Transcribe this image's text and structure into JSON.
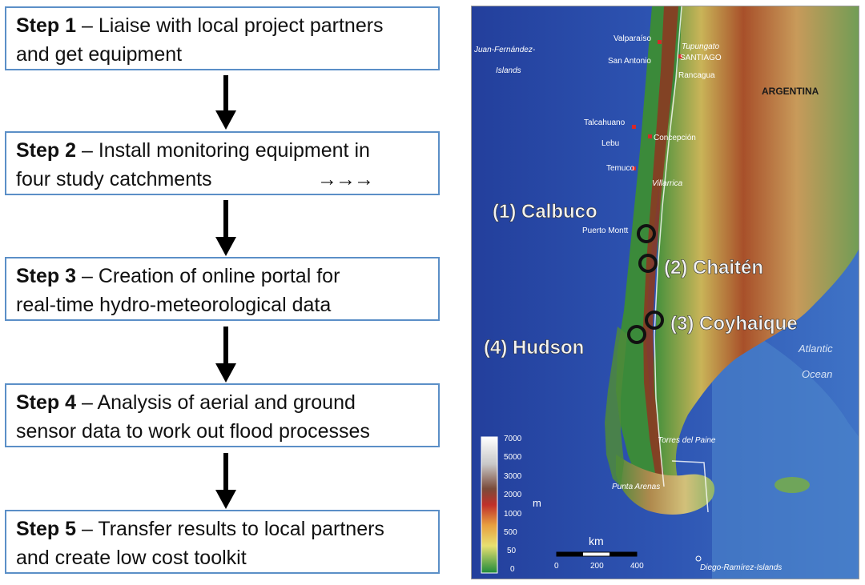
{
  "steps": [
    {
      "label": "Step 1",
      "sep": " – ",
      "line1": "Liaise with local project partners",
      "line2": "and get equipment"
    },
    {
      "label": "Step 2",
      "sep": " – ",
      "line1": "Install monitoring equipment in",
      "line2": "four study catchments",
      "extra": "→→→"
    },
    {
      "label": "Step 3",
      "sep": " – ",
      "line1": "Creation of online portal for",
      "line2": "real-time hydro-meteorological data"
    },
    {
      "label": "Step 4",
      "sep": " – ",
      "line1": "Analysis of aerial and ground",
      "line2": "sensor data to work out flood processes"
    },
    {
      "label": "Step 5",
      "sep": " – ",
      "line1": "Transfer results to local partners",
      "line2": "and create low cost toolkit"
    }
  ],
  "map": {
    "sites": [
      "(1) Calbuco",
      "(2) Chaitén",
      "(3) Coyhaique",
      "(4) Hudson"
    ],
    "places": {
      "juan_fernandez": "Juan-Fernández-",
      "islands": "Islands",
      "valparaiso": "Valparaíso",
      "tupungato": "Tupungato",
      "santiago": "SANTIAGO",
      "san_antonio": "San Antonio",
      "rancagua": "Rancagua",
      "argentina": "ARGENTINA",
      "talcahuano": "Talcahuano",
      "concepcion": "Concepción",
      "lebu": "Lebu",
      "temuco": "Temuco",
      "villarrica": "Villarrica",
      "puerto_montt": "Puerto Montt",
      "atlantic": "Atlantic",
      "ocean": "Ocean",
      "torres": "Torres del Paine",
      "punta_arenas": "Punta Arenas",
      "diego": "Diego-Ramírez-Islands"
    },
    "elevation_legend": {
      "ticks": [
        "7000",
        "5000",
        "3000",
        "2000",
        "1000",
        "500",
        "50",
        "0"
      ],
      "unit": "m"
    },
    "scale": {
      "unit": "km",
      "ticks": [
        "0",
        "200",
        "400"
      ]
    },
    "colors": {
      "ocean": "#2a4fa6",
      "lowland": "#2e8a3a",
      "highland": "#a05028",
      "border": "#5b8fc7"
    }
  }
}
